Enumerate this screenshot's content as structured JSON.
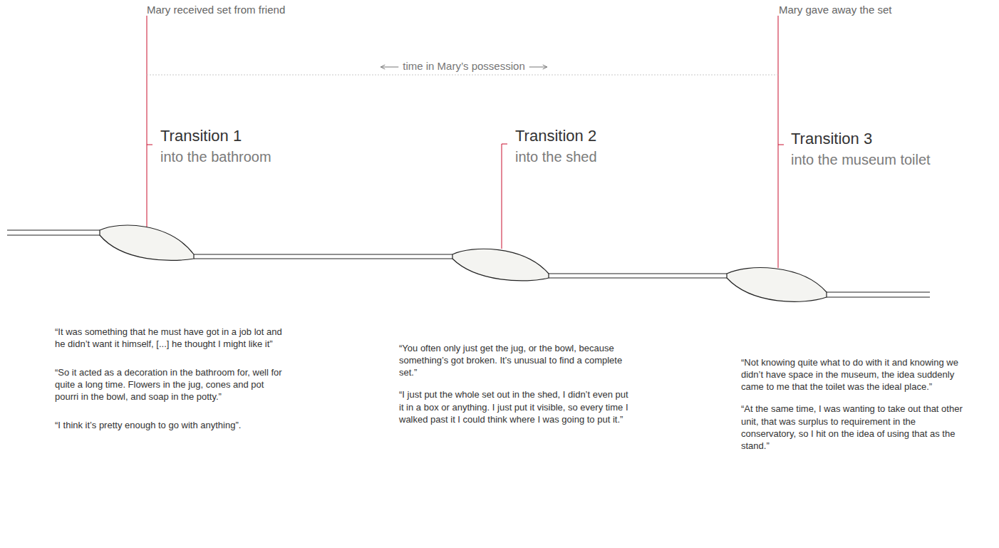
{
  "diagram": {
    "labels": [
      "Mary received set from friend",
      "Mary gave away the set",
      "time in Mary’s possession",
      "Transition 1",
      "into the bathroom",
      "Transition 2",
      "into the shed",
      "Transition 3",
      "into the museum toilet",
      "“It was something that he must have got in a job lot and he didn’t want it himself, [...] he thought I might like it”",
      "“So it acted as a decoration in the bathroom for, well for quite a long time. Flowers in the jug, cones and pot pourri in the bowl, and soap in the potty.”",
      "“I think it’s pretty enough to go with anything”.",
      "“You often only just get the jug, or the bowl, because something’s got broken. It’s unusual to find a complete set.”",
      "“I just put the whole set out in the shed, I didn’t even put it in a box or anything. I just put it visible, so every time I walked past it I could think where I was going to put it.”",
      "“Not knowing quite what to do with it and knowing we didn’t have space in the museum, the idea suddenly came to me that the toilet was the ideal place.”",
      "“At the same time, I was wanting to take out that other unit, that was surplus to requirement in the conservatory, so I hit on the idea of using that as the stand.”"
    ]
  }
}
